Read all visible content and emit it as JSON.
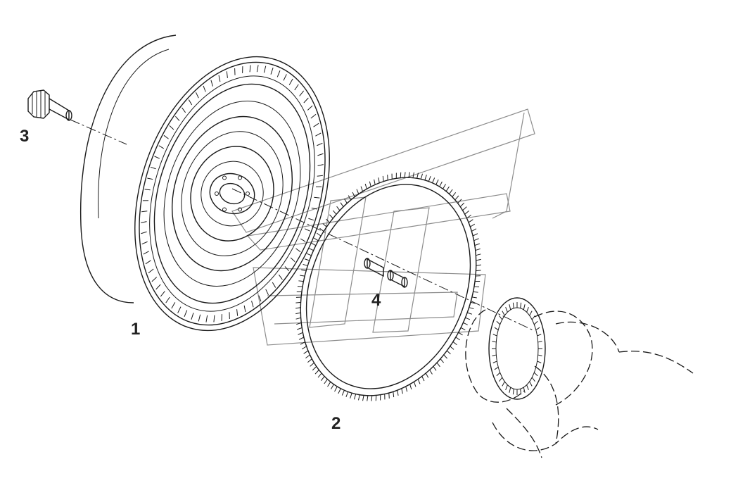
{
  "diagram": {
    "callouts": [
      {
        "id": "1",
        "label": "1"
      },
      {
        "id": "2",
        "label": "2"
      },
      {
        "id": "3",
        "label": "3"
      },
      {
        "id": "4",
        "label": "4"
      }
    ],
    "parts": [
      {
        "callout": "1",
        "icon": "torque-converter-icon"
      },
      {
        "callout": "2",
        "icon": "flex-plate-ring-gear-icon"
      },
      {
        "callout": "3",
        "icon": "bolt-icon"
      },
      {
        "callout": "4",
        "icon": "dowel-pin-icon"
      }
    ],
    "watermark_icon": "brand-logo-watermark-icon",
    "line_color": "#1a1a1a",
    "watermark_color": "#8c8c8c"
  }
}
